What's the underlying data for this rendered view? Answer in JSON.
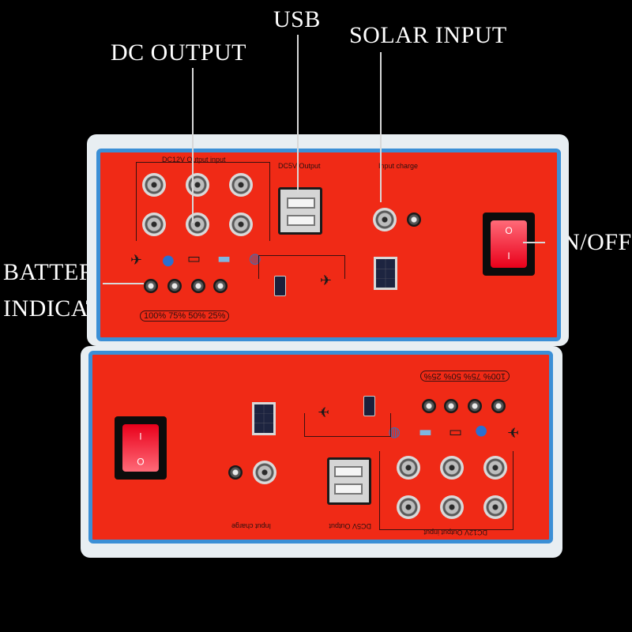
{
  "callouts": {
    "usb": "USB",
    "solar_input": "SOLAR INPUT",
    "dc_output": "DC  OUTPUT",
    "on_off": "ON/OFF",
    "battery": "BATTERY",
    "indicator": "INDICATOR"
  },
  "panel": {
    "dc_label": "DC12V Output input",
    "usb_label": "DC5V Output",
    "input_label": "Input  charge",
    "switch_on": "O",
    "switch_off": "I",
    "battery_levels": "100% 75% 50%  25%"
  },
  "colors": {
    "panel_red": "#f02a16",
    "bezel_blue": "#3b8fd6",
    "background": "#000000"
  }
}
